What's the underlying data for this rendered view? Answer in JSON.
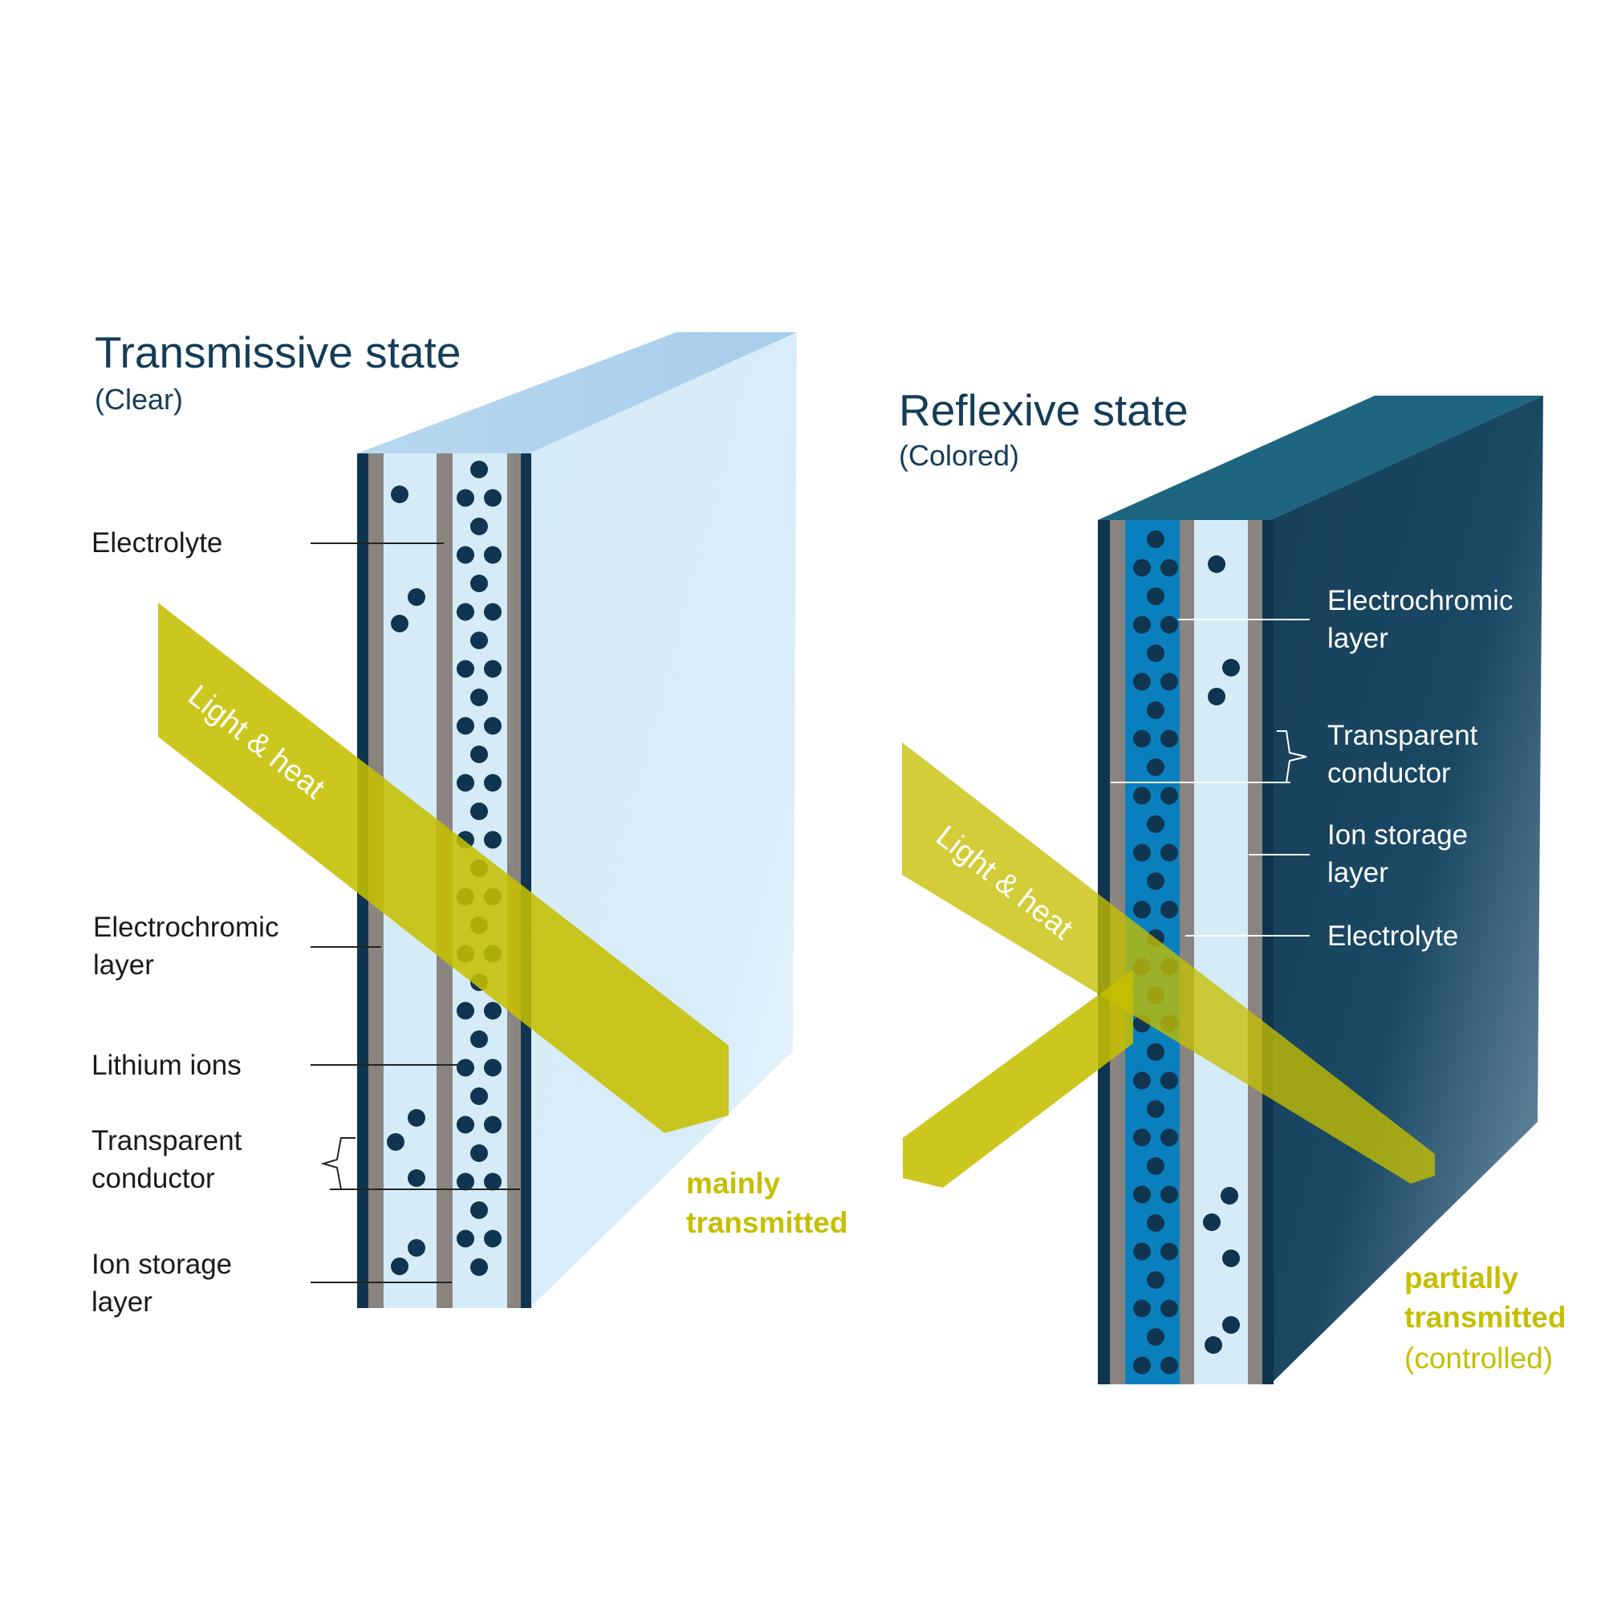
{
  "left_panel": {
    "title": "Transmissive state",
    "subtitle": "(Clear)",
    "labels": {
      "electrolyte": "Electrolyte",
      "electrochromic_line1": "Electrochromic",
      "electrochromic_line2": "layer",
      "lithium_ions": "Lithium ions",
      "transparent_line1": "Transparent",
      "transparent_line2": "conductor",
      "ion_storage_line1": "Ion storage",
      "ion_storage_line2": "layer"
    },
    "beam_label": "Light & heat",
    "outcome_line1": "mainly",
    "outcome_line2": "transmitted"
  },
  "right_panel": {
    "title": "Reflexive state",
    "subtitle": "(Colored)",
    "labels": {
      "electrochromic_line1": "Electrochromic",
      "electrochromic_line2": "layer",
      "transparent_line1": "Transparent",
      "transparent_line2": "conductor",
      "ion_storage_line1": "Ion storage",
      "ion_storage_line2": "layer",
      "electrolyte": "Electrolyte"
    },
    "beam_label": "Light & heat",
    "outcome_line1": "partially",
    "outcome_line2": "transmitted",
    "outcome_line3": "(controlled)"
  },
  "colors": {
    "beam": "#c5bf00",
    "dark_navy": "#0f3550",
    "light_glass": "#d6ebf8",
    "conductor_gray": "#8a8480",
    "electrochromic_blue": "#0a7fbe",
    "dark_panel": "#1c4a66"
  }
}
